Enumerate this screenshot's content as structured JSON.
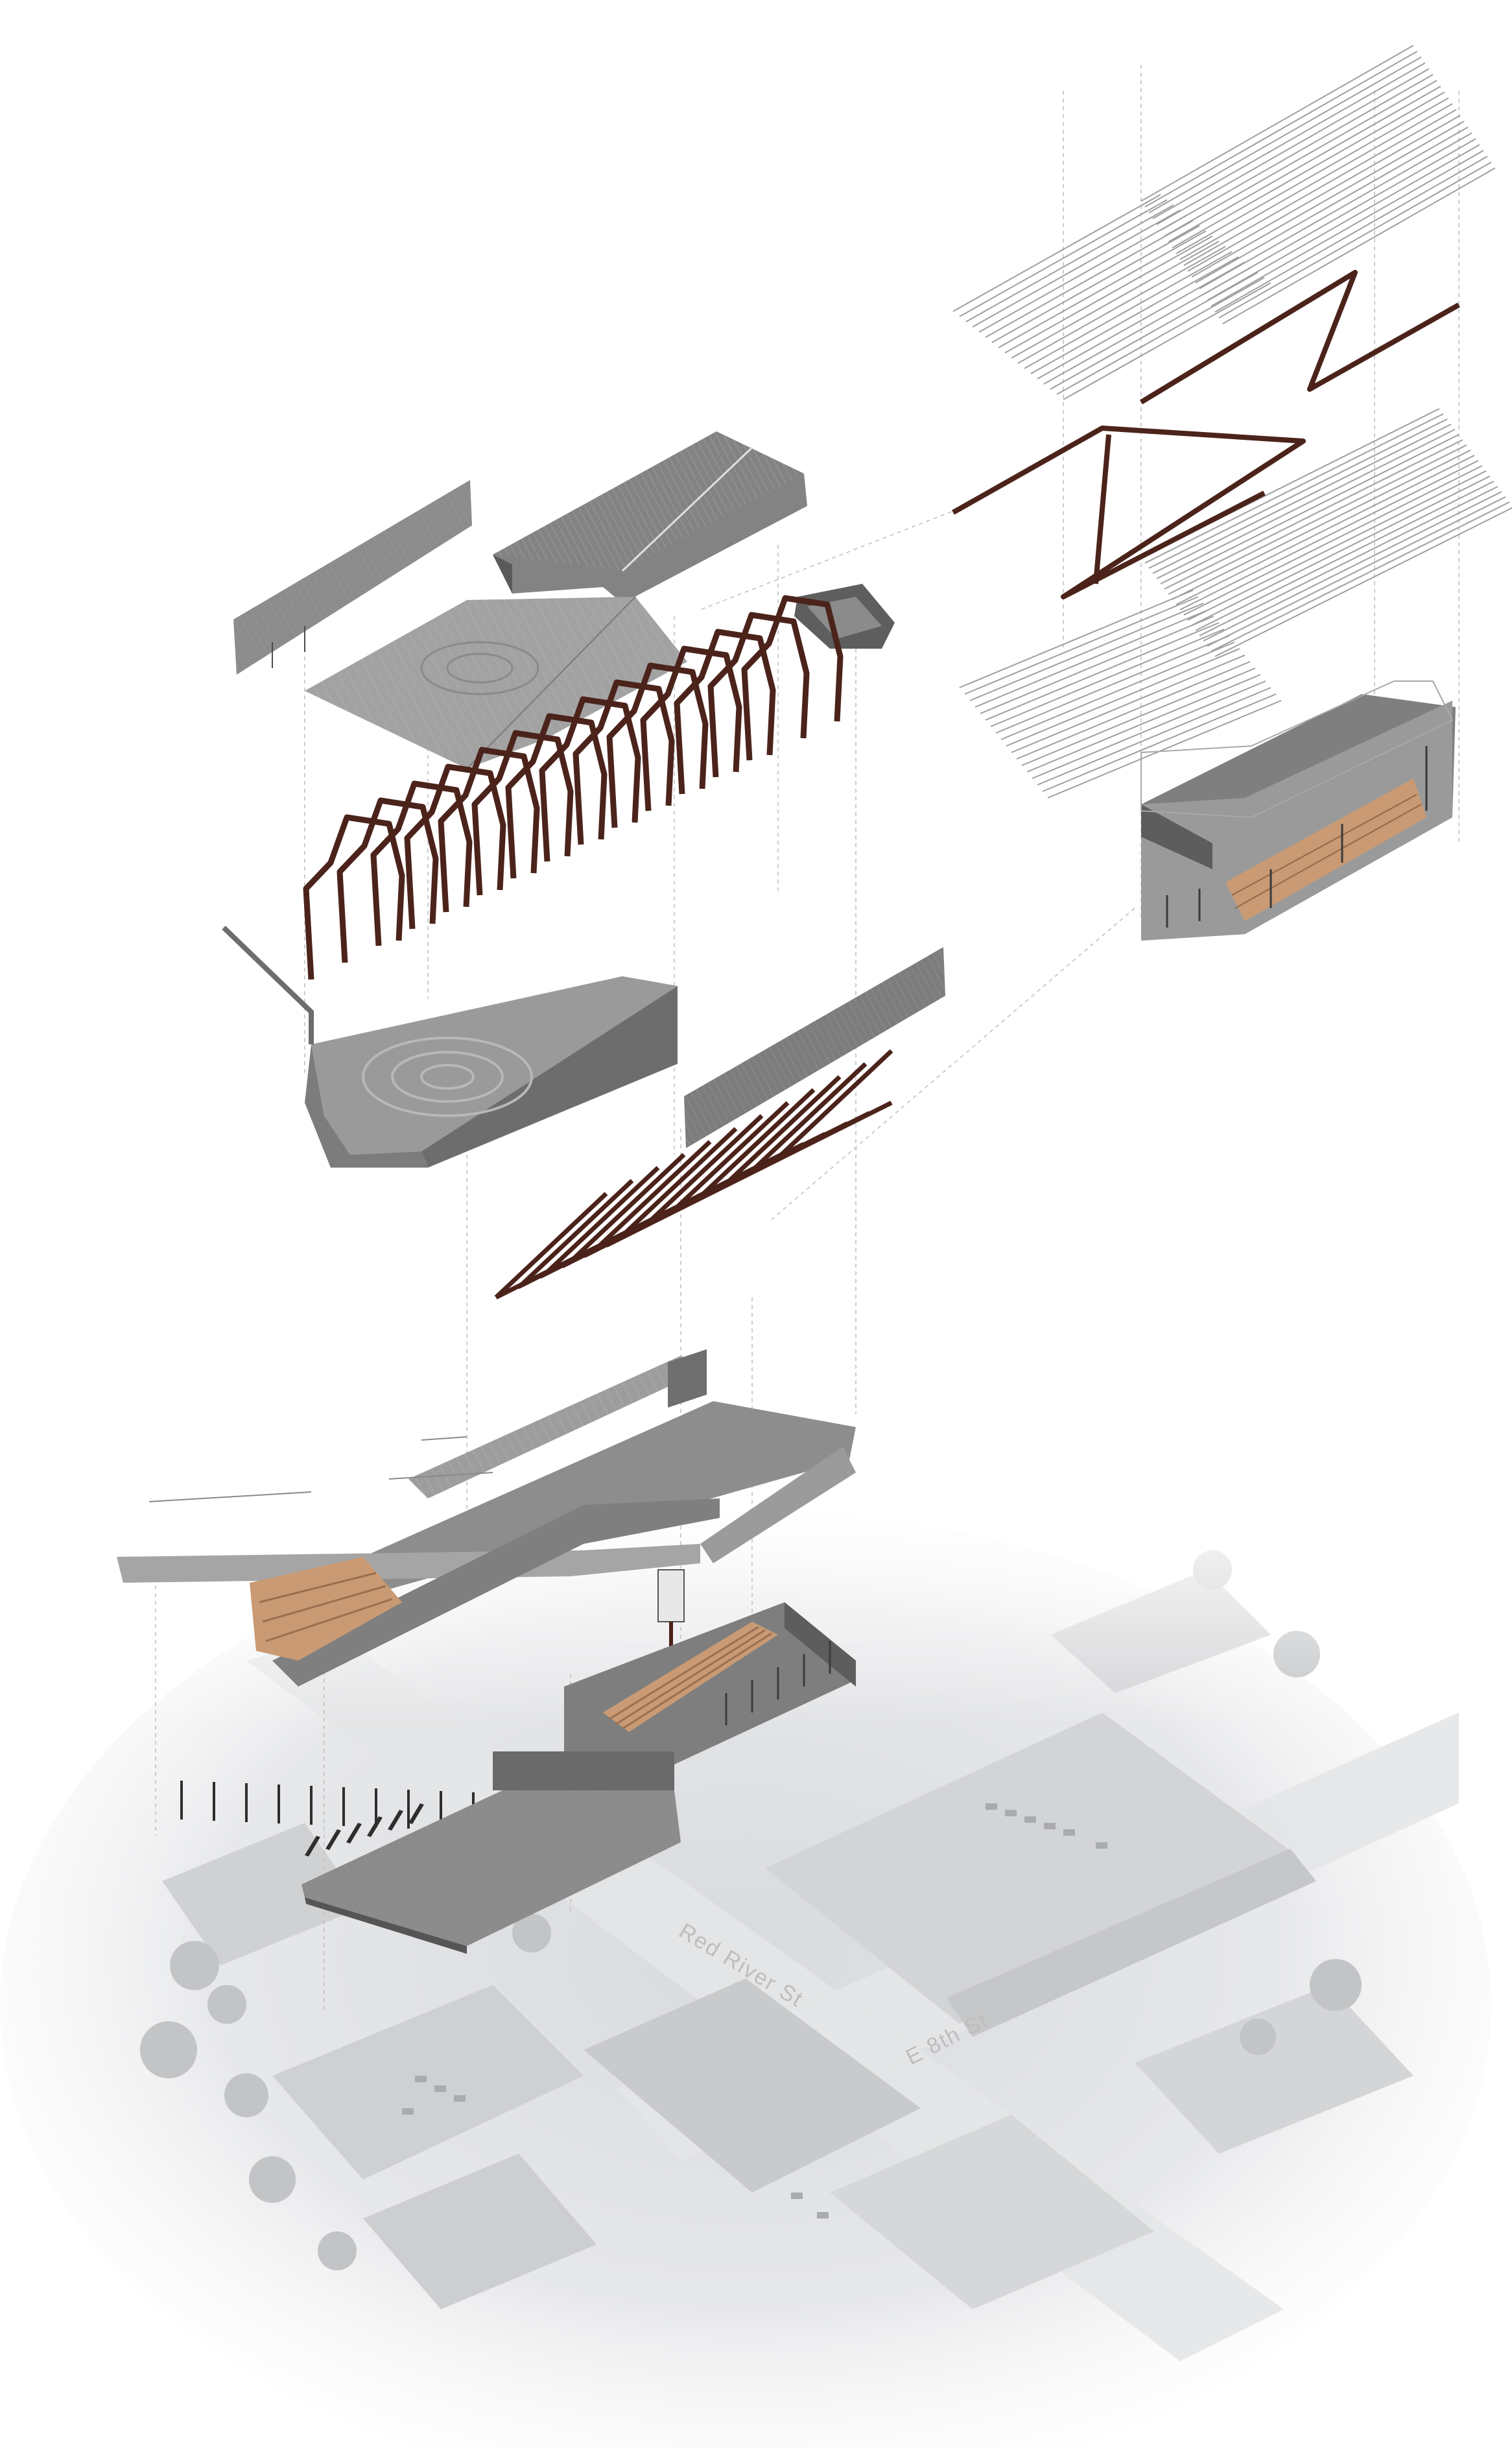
{
  "diagram": {
    "kind": "exploded-axonometric",
    "street_labels": [
      "Red River St",
      "E 8th St"
    ]
  },
  "colors": {
    "steel": "#4b231a",
    "concrete": "#8e8e8e",
    "concrete_dark": "#6d6d6d",
    "concrete_light": "#b9b9b9",
    "wood": "#c99a73",
    "line": "#7a7a7a",
    "haze": "#f2f3f5"
  },
  "layers": [
    "site-aerial-photo",
    "ground-floor-slab",
    "ground-floor-walls",
    "bowling-lanes",
    "perimeter-columns",
    "entry-fins",
    "mezzanine-ramps",
    "wood-seating-terrace",
    "elevator-tower",
    "steel-floor-grid",
    "concrete-wall-panel",
    "concrete-ground-plate",
    "steel-portal-frames",
    "roof-plate",
    "skylight-panel",
    "side-wall-panel",
    "roof-slab",
    "louver-slat-arrays",
    "steel-zigzag-trusses",
    "inset-building-axon"
  ]
}
